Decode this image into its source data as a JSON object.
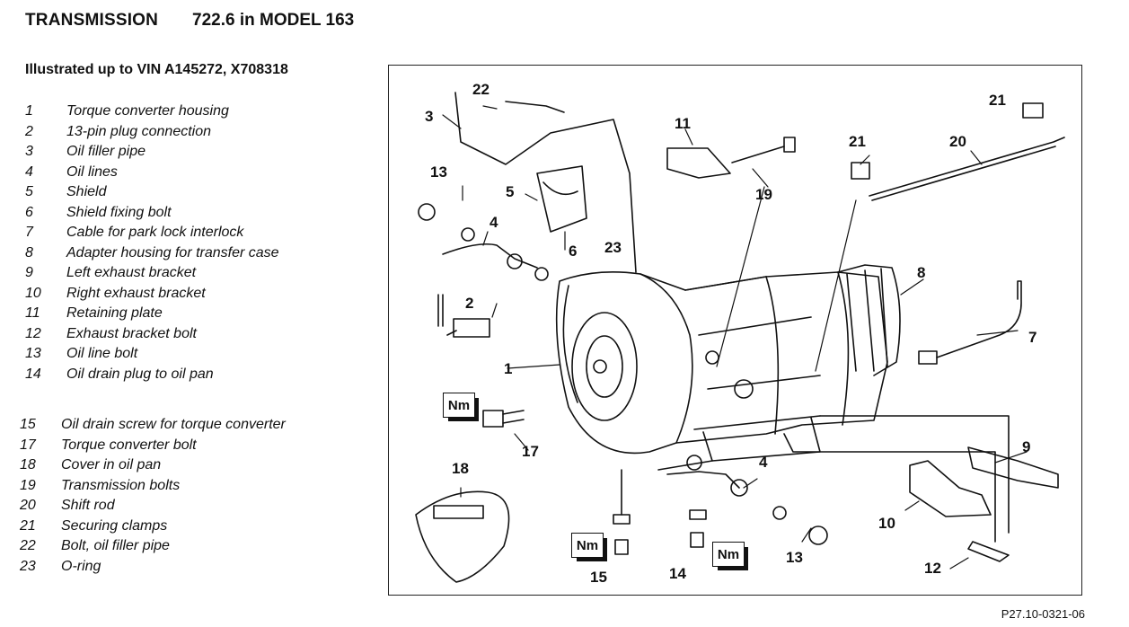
{
  "header": {
    "title": "TRANSMISSION",
    "model": "722.6 in MODEL 163"
  },
  "subtitle": "Illustrated up to VIN A145272, X708318",
  "legend_a": [
    {
      "num": "1",
      "label": "Torque converter housing"
    },
    {
      "num": "2",
      "label": "13-pin plug connection"
    },
    {
      "num": "3",
      "label": "Oil filler pipe"
    },
    {
      "num": "4",
      "label": "Oil lines"
    },
    {
      "num": "5",
      "label": "Shield"
    },
    {
      "num": "6",
      "label": "Shield fixing bolt"
    },
    {
      "num": "7",
      "label": "Cable for park lock interlock"
    },
    {
      "num": "8",
      "label": "Adapter housing for transfer case"
    },
    {
      "num": "9",
      "label": "Left exhaust bracket"
    },
    {
      "num": "10",
      "label": "Right exhaust bracket"
    },
    {
      "num": "11",
      "label": "Retaining plate"
    },
    {
      "num": "12",
      "label": "Exhaust bracket bolt"
    },
    {
      "num": "13",
      "label": "Oil line bolt"
    },
    {
      "num": "14",
      "label": "Oil drain plug to oil pan"
    }
  ],
  "legend_b": [
    {
      "num": "15",
      "label": "Oil drain screw for torque converter"
    },
    {
      "num": "17",
      "label": "Torque converter bolt"
    },
    {
      "num": "18",
      "label": "Cover in oil pan"
    },
    {
      "num": "19",
      "label": "Transmission bolts"
    },
    {
      "num": "20",
      "label": "Shift rod"
    },
    {
      "num": "21",
      "label": "Securing clamps"
    },
    {
      "num": "22",
      "label": "Bolt, oil filler pipe"
    },
    {
      "num": "23",
      "label": "O-ring"
    }
  ],
  "figure": {
    "callouts": {
      "c1": "1",
      "c2": "2",
      "c3": "3",
      "c4a": "4",
      "c4b": "4",
      "c5": "5",
      "c6": "6",
      "c7": "7",
      "c8": "8",
      "c9": "9",
      "c10": "10",
      "c11": "11",
      "c12": "12",
      "c13a": "13",
      "c13b": "13",
      "c14": "14",
      "c15": "15",
      "c17": "17",
      "c18": "18",
      "c19": "19",
      "c20": "20",
      "c21a": "21",
      "c21b": "21",
      "c22": "22",
      "c23": "23"
    },
    "torque_badge": "Nm"
  },
  "reference_code": "P27.10-0321-06"
}
